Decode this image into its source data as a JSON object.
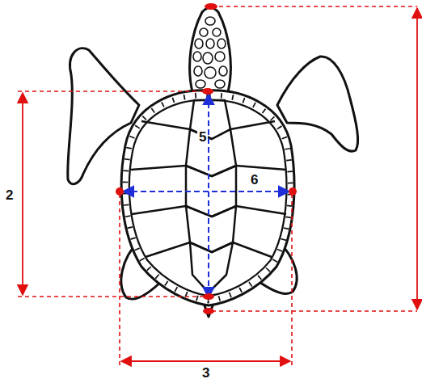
{
  "diagram": {
    "labels": [
      "5",
      "6",
      "2",
      "3"
    ]
  }
}
